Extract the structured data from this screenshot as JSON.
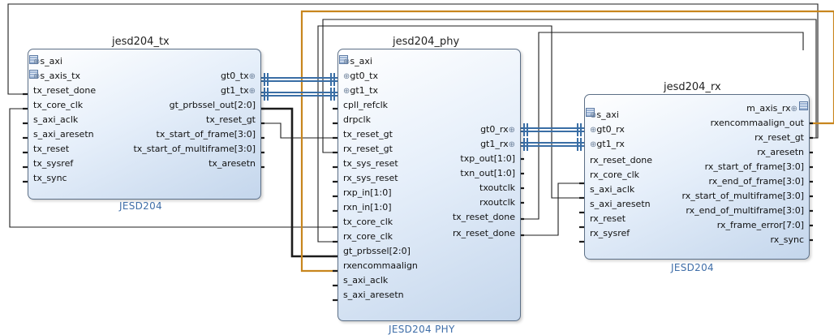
{
  "colors": {
    "wire": "#1c1c1c",
    "bus_wire": "#3a6ea5",
    "orange_wire": "#c8861e",
    "label_blue": "#3f6ea8"
  },
  "jesd204_tx": {
    "title": "jesd204_tx",
    "subtitle": "JESD204",
    "left_ports": [
      "s_axi",
      "s_axis_tx",
      "tx_reset_done",
      "tx_core_clk",
      "s_axi_aclk",
      "s_axi_aresetn",
      "tx_reset",
      "tx_sysref",
      "tx_sync"
    ],
    "right_ports": [
      "gt0_tx",
      "gt1_tx",
      "gt_prbssel_out[2:0]",
      "tx_reset_gt",
      "tx_start_of_frame[3:0]",
      "tx_start_of_multiframe[3:0]",
      "tx_aresetn"
    ]
  },
  "jesd204_phy": {
    "title": "jesd204_phy",
    "subtitle": "JESD204 PHY",
    "left_ports": [
      "s_axi",
      "gt0_tx",
      "gt1_tx",
      "cpll_refclk",
      "drpclk",
      "tx_reset_gt",
      "rx_reset_gt",
      "tx_sys_reset",
      "rx_sys_reset",
      "rxp_in[1:0]",
      "rxn_in[1:0]",
      "tx_core_clk",
      "rx_core_clk",
      "gt_prbssel[2:0]",
      "rxencommaalign",
      "s_axi_aclk",
      "s_axi_aresetn"
    ],
    "right_ports": [
      "gt0_rx",
      "gt1_rx",
      "txp_out[1:0]",
      "txn_out[1:0]",
      "txoutclk",
      "rxoutclk",
      "tx_reset_done",
      "rx_reset_done"
    ]
  },
  "jesd204_rx": {
    "title": "jesd204_rx",
    "subtitle": "JESD204",
    "left_ports": [
      "s_axi",
      "gt0_rx",
      "gt1_rx",
      "rx_reset_done",
      "rx_core_clk",
      "s_axi_aclk",
      "s_axi_aresetn",
      "rx_reset",
      "rx_sysref"
    ],
    "right_ports": [
      "m_axis_rx",
      "rxencommaalign_out",
      "rx_reset_gt",
      "rx_aresetn",
      "rx_start_of_frame[3:0]",
      "rx_end_of_frame[3:0]",
      "rx_start_of_multiframe[3:0]",
      "rx_end_of_multiframe[3:0]",
      "rx_frame_error[7:0]",
      "rx_sync"
    ]
  }
}
